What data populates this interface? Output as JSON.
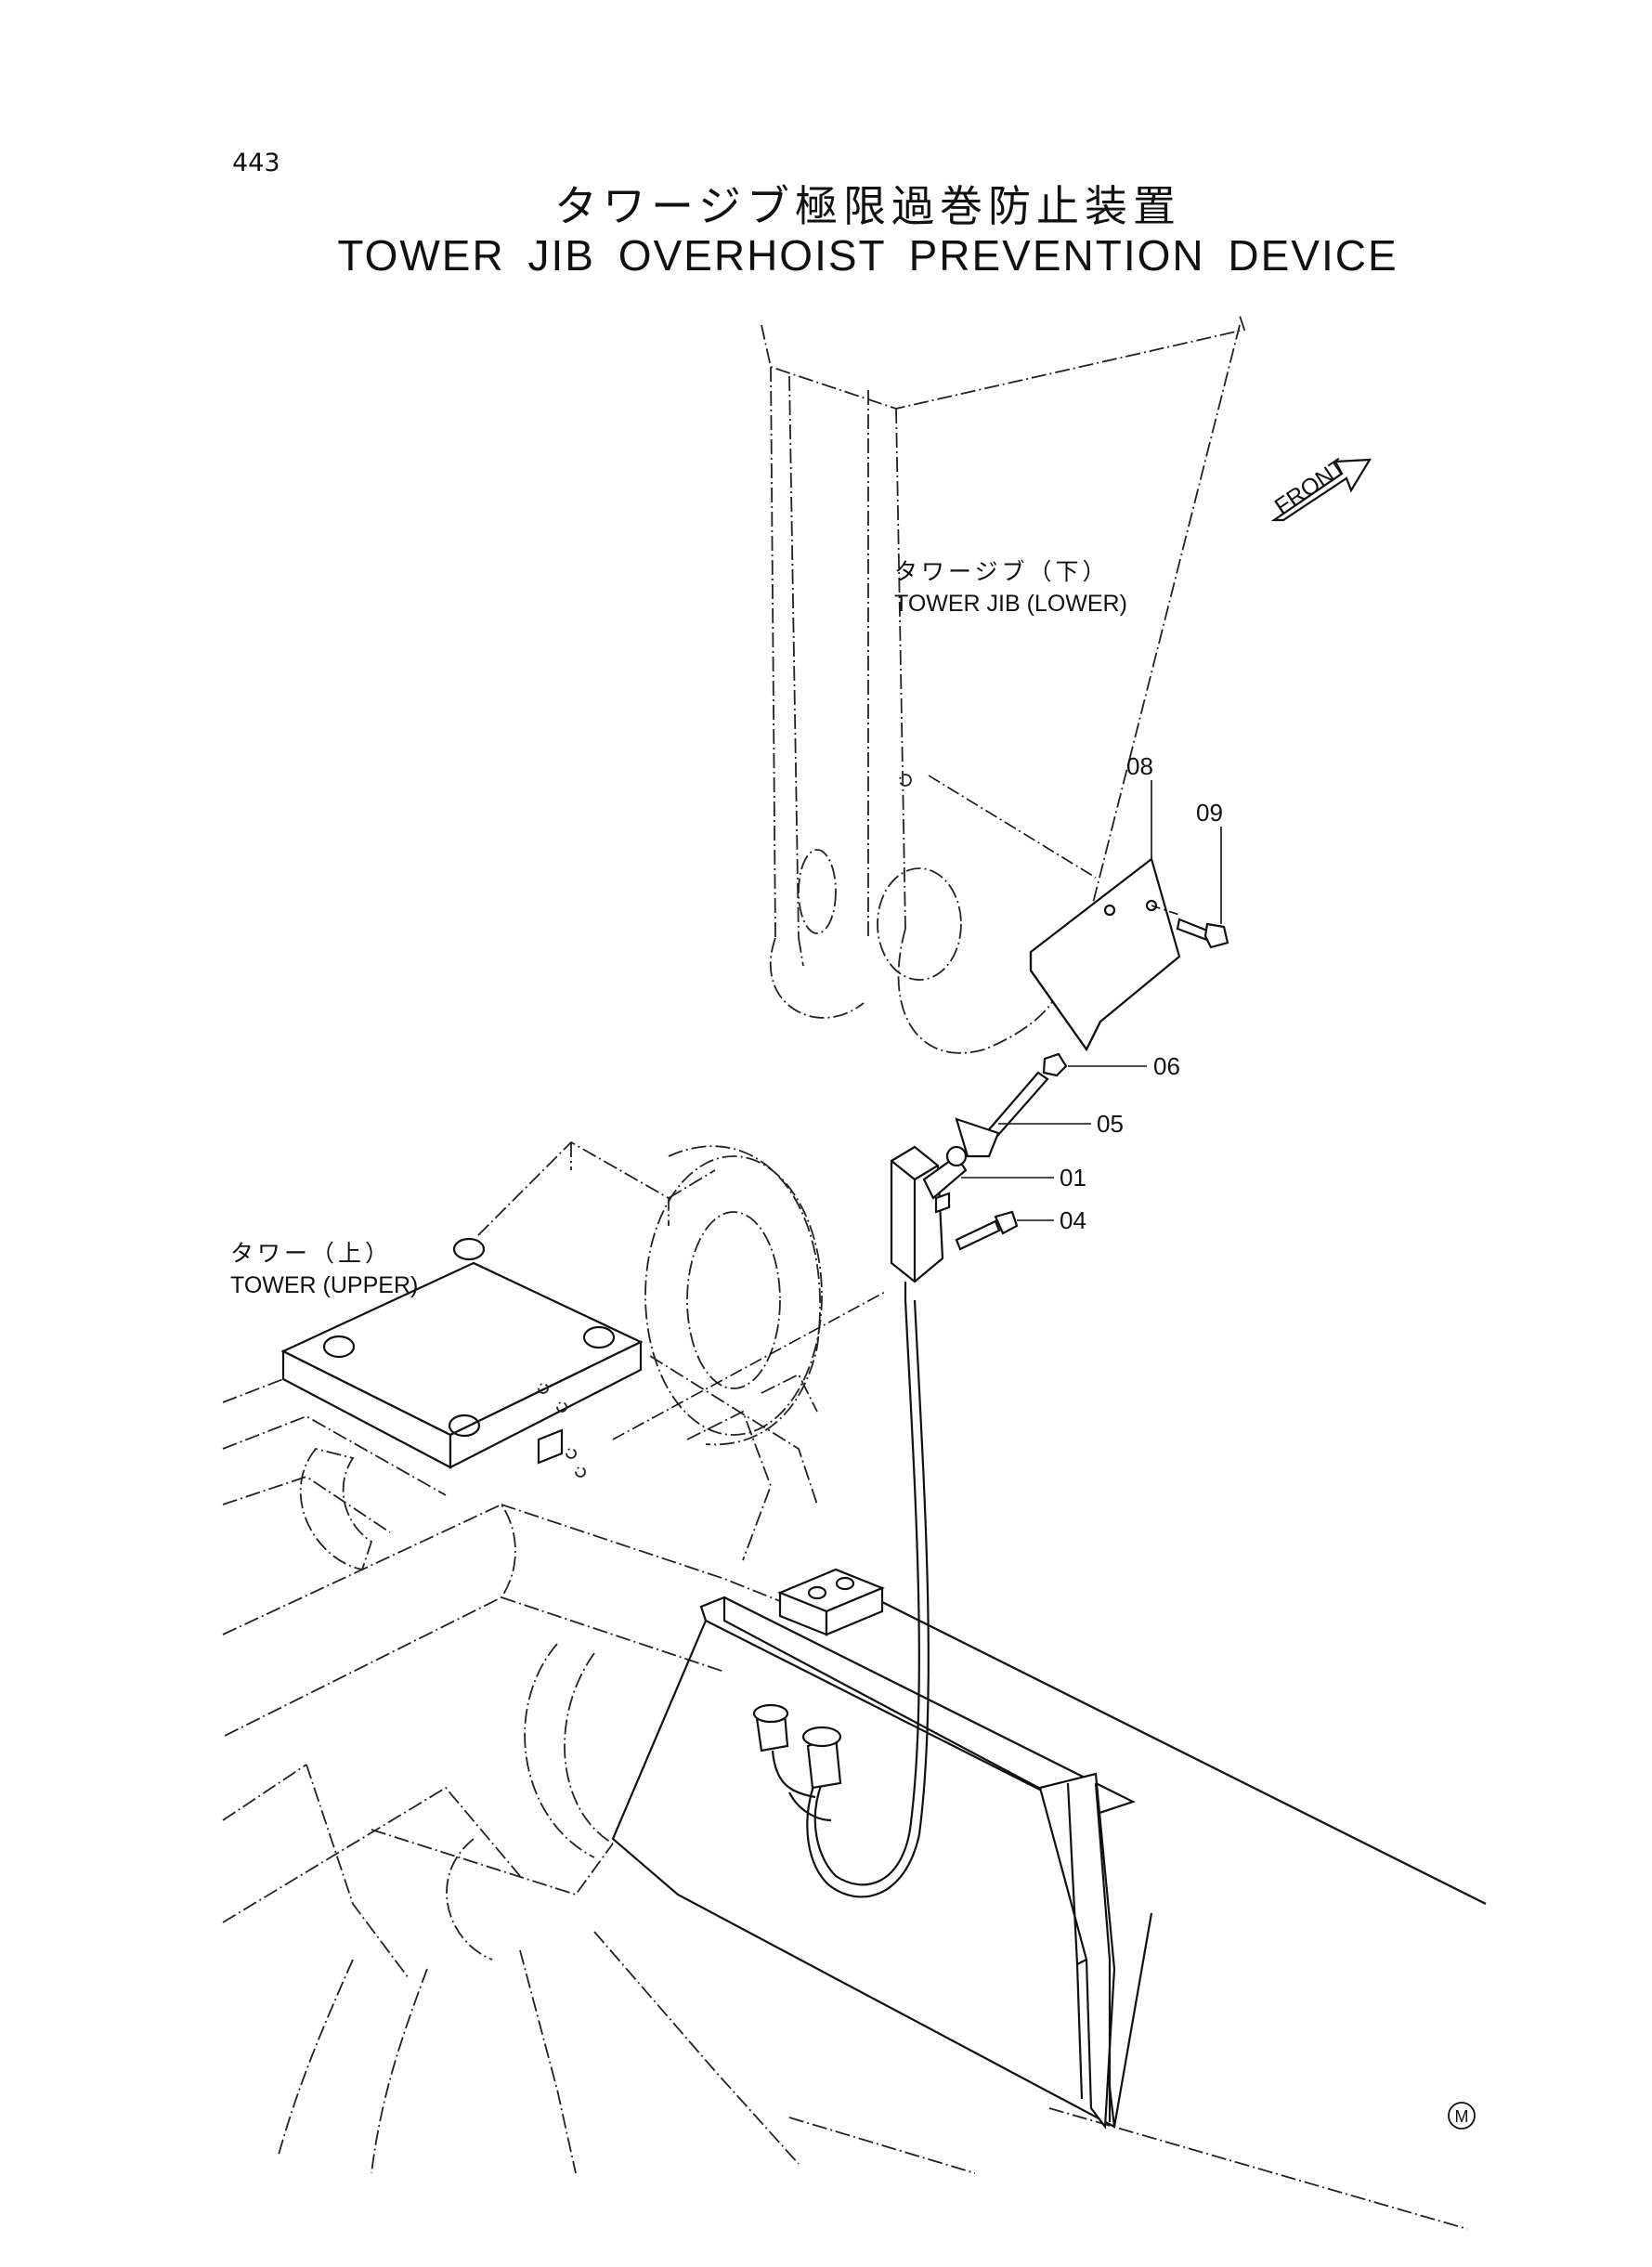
{
  "page_number": "443",
  "title_jp": "タワージブ極限過巻防止装置",
  "title_en": "TOWER JIB OVERHOIST PREVENTION DEVICE",
  "front_marker": "FRONT",
  "labels": {
    "tower_jib_lower_jp": "タワージブ（下）",
    "tower_jib_lower_en": "TOWER JIB (LOWER)",
    "tower_upper_jp": "タワー（上）",
    "tower_upper_en": "TOWER (UPPER)"
  },
  "part_numbers": [
    "08",
    "09",
    "06",
    "05",
    "01",
    "04"
  ],
  "corner_mark": "M"
}
